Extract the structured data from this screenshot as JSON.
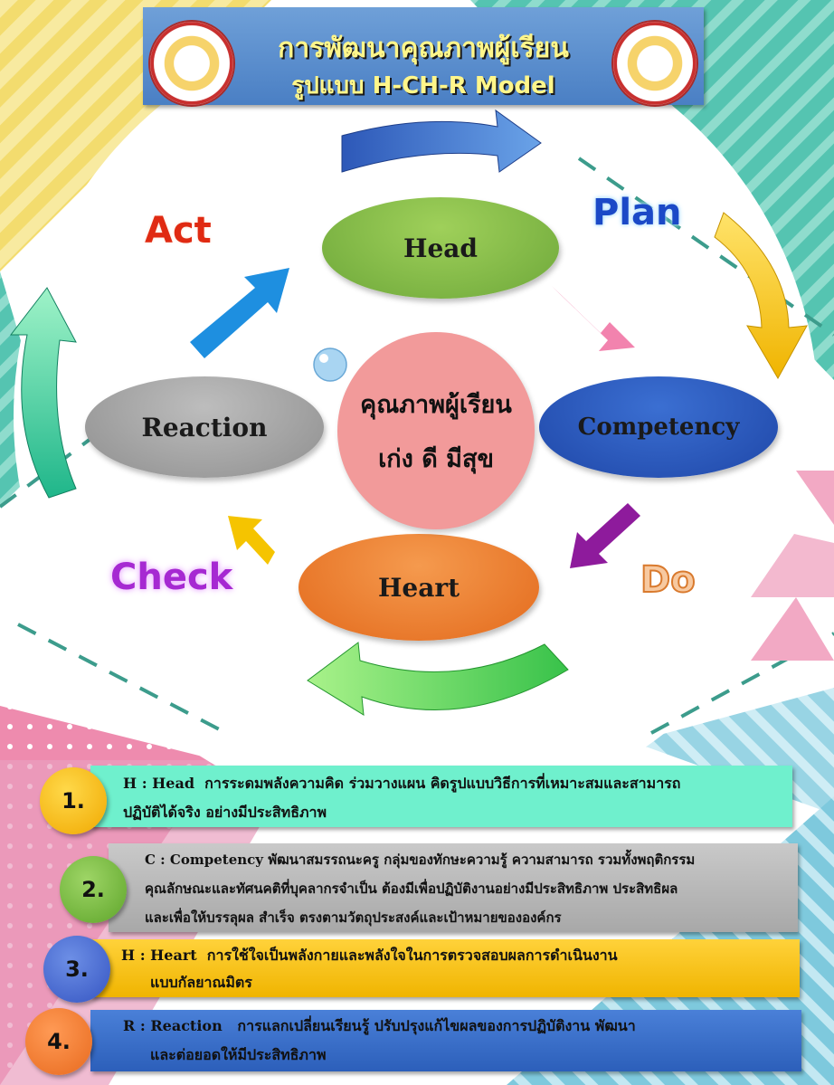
{
  "header": {
    "title_line1": "การพัฒนาคุณภาพผู้เรียน",
    "title_line2": "รูปแบบ  H-CH-R  Model"
  },
  "cycle": {
    "head": "Head",
    "competency": "Competency",
    "heart": "Heart",
    "reaction": "Reaction",
    "center_line1": "คุณภาพผู้เรียน",
    "center_line2": "เก่ง ดี มีสุข"
  },
  "pdca": {
    "plan": "Plan",
    "do": "Do",
    "check": "Check",
    "act": "Act"
  },
  "items": [
    {
      "number": "1.",
      "key": "H : Head",
      "lines": [
        "การระดมพลังความคิด ร่วมวางแผน คิดรูปแบบวิธีการที่เหมาะสมและสามารถ",
        "ปฏิบัติได้จริง อย่างมีประสิทธิภาพ"
      ]
    },
    {
      "number": "2.",
      "key": "C : Competency",
      "lines": [
        "พัฒนาสมรรถนะครู กลุ่มของทักษะความรู้ ความสามารถ รวมทั้งพฤติกรรม",
        "คุณลักษณะและทัศนคติที่บุคลากรจำเป็น ต้องมีเพื่อปฏิบัติงานอย่างมีประสิทธิภาพ  ประสิทธิผล",
        "และเพื่อให้บรรลุผล สำเร็จ ตรงตามวัตถุประสงค์และเป้าหมายขององค์กร"
      ]
    },
    {
      "number": "3.",
      "key": "H : Heart",
      "lines": [
        "การใช้ใจเป็นพลังกายและพลังใจในการตรวจสอบผลการดำเนินงาน",
        "แบบกัลยาณมิตร"
      ]
    },
    {
      "number": "4.",
      "key": "R : Reaction",
      "lines": [
        "การแลกเปลี่ยนเรียนรู้ ปรับปรุงแก้ไขผลของการปฏิบัติงาน พัฒนา",
        "และต่อยอดให้มีประสิทธิภาพ"
      ]
    }
  ]
}
